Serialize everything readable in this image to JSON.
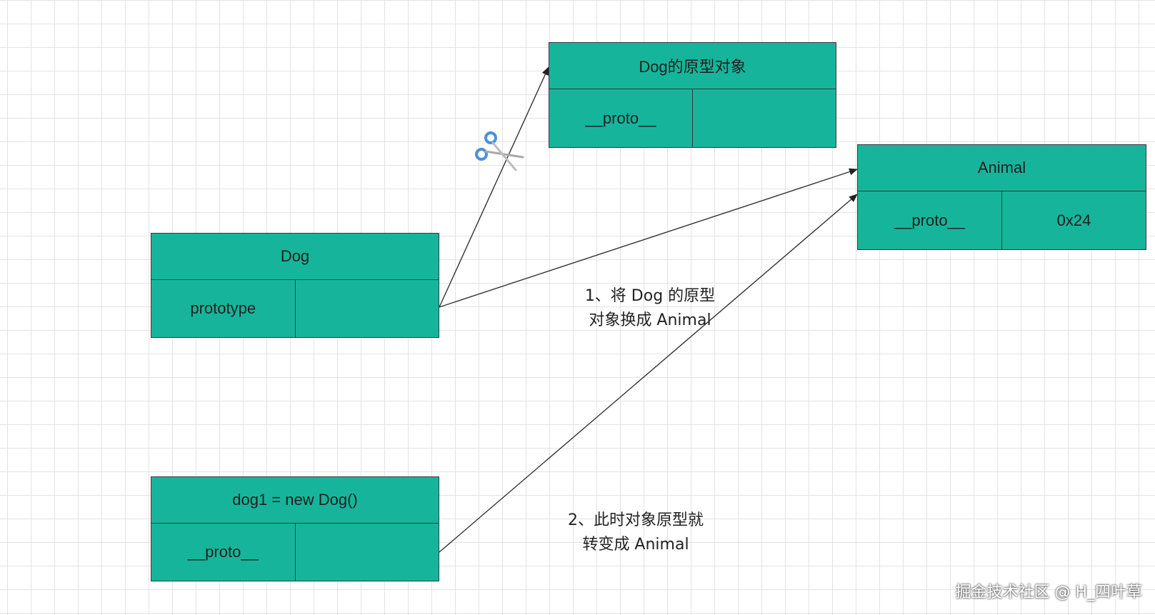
{
  "nodes": {
    "dog_prototype_object": {
      "title": "Dog的原型对象",
      "left": "__proto__",
      "right": ""
    },
    "animal": {
      "title": "Animal",
      "left": "__proto__",
      "right": "0x24"
    },
    "dog": {
      "title": "Dog",
      "left": "prototype",
      "right": ""
    },
    "dog1": {
      "title": "dog1 = new Dog()",
      "left": "__proto__",
      "right": ""
    }
  },
  "notes": {
    "step1_line1": "1、将 Dog 的原型",
    "step1_line2": "对象换成 Animal",
    "step2_line1": "2、此时对象原型就",
    "step2_line2": "转变成 Animal"
  },
  "watermark": "掘金技术社区 @ H_四叶草",
  "icons": {
    "cut_marker": "scissors-icon"
  },
  "colors": {
    "node_fill": "#16b59b",
    "grid": "#e3e3e3",
    "edge": "#333333",
    "scissors": "#4a90e2"
  }
}
